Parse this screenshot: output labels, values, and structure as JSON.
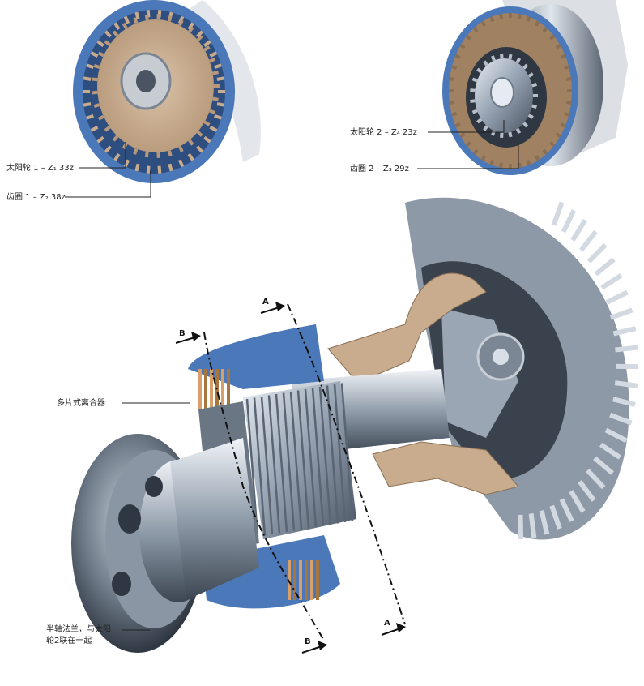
{
  "labels": {
    "sun_gear_1": "太阳轮 1 – Z₁ 33z",
    "ring_gear_1": "齿圈 1 – Z₂ 38z",
    "sun_gear_2": "太阳轮 2 – Z₄ 23z",
    "ring_gear_2": "齿圈 2 – Z₃ 29z",
    "multi_plate_clutch": "多片式离合器",
    "axle_flange_line1": "半轴法兰，与太阳",
    "axle_flange_line2": "轮2联在一起"
  },
  "section_markers": {
    "a_top": "A",
    "a_bottom": "A",
    "b_top": "B",
    "b_bottom": "B"
  },
  "colors": {
    "ring_blue": "#4a78b8",
    "gear_tan": "#c9ac8e",
    "steel": "#9aa7b6",
    "dark_steel": "#3c4654",
    "friction": "#a8753d"
  }
}
